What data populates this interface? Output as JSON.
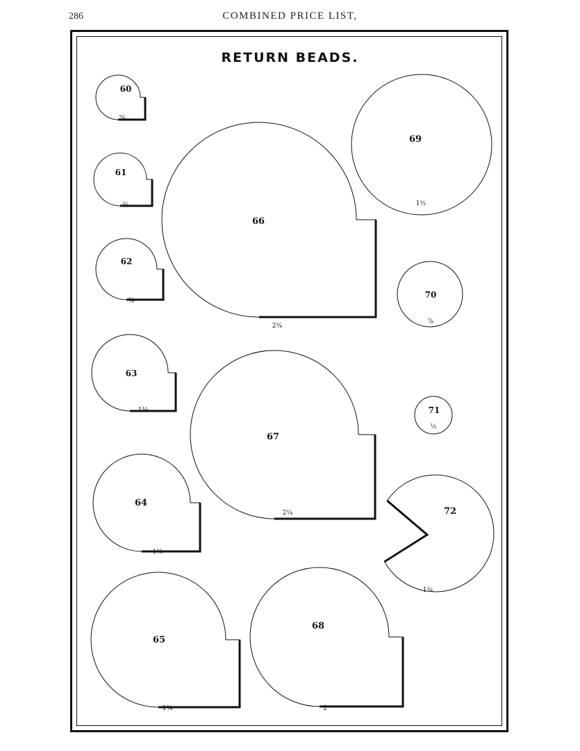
{
  "header": {
    "page_number": "286",
    "running_head": "COMBINED PRICE LIST,"
  },
  "plate": {
    "title": "RETURN BEADS.",
    "profiles": [
      {
        "number": "60",
        "size": "⅝",
        "shape": "return-bead"
      },
      {
        "number": "61",
        "size": "¾",
        "shape": "return-bead"
      },
      {
        "number": "62",
        "size": "⅞",
        "shape": "return-bead"
      },
      {
        "number": "63",
        "size": "1⅛",
        "shape": "return-bead"
      },
      {
        "number": "64",
        "size": "1⅜",
        "shape": "return-bead"
      },
      {
        "number": "65",
        "size": "1¾",
        "shape": "return-bead"
      },
      {
        "number": "66",
        "size": "2¾",
        "shape": "return-bead"
      },
      {
        "number": "67",
        "size": "2¼",
        "shape": "return-bead"
      },
      {
        "number": "68",
        "size": "2",
        "shape": "return-bead"
      },
      {
        "number": "69",
        "size": "1½",
        "shape": "round"
      },
      {
        "number": "70",
        "size": "⅞",
        "shape": "round"
      },
      {
        "number": "71",
        "size": "½",
        "shape": "round"
      },
      {
        "number": "72",
        "size": "1¾",
        "shape": "round-with-notch"
      }
    ]
  }
}
